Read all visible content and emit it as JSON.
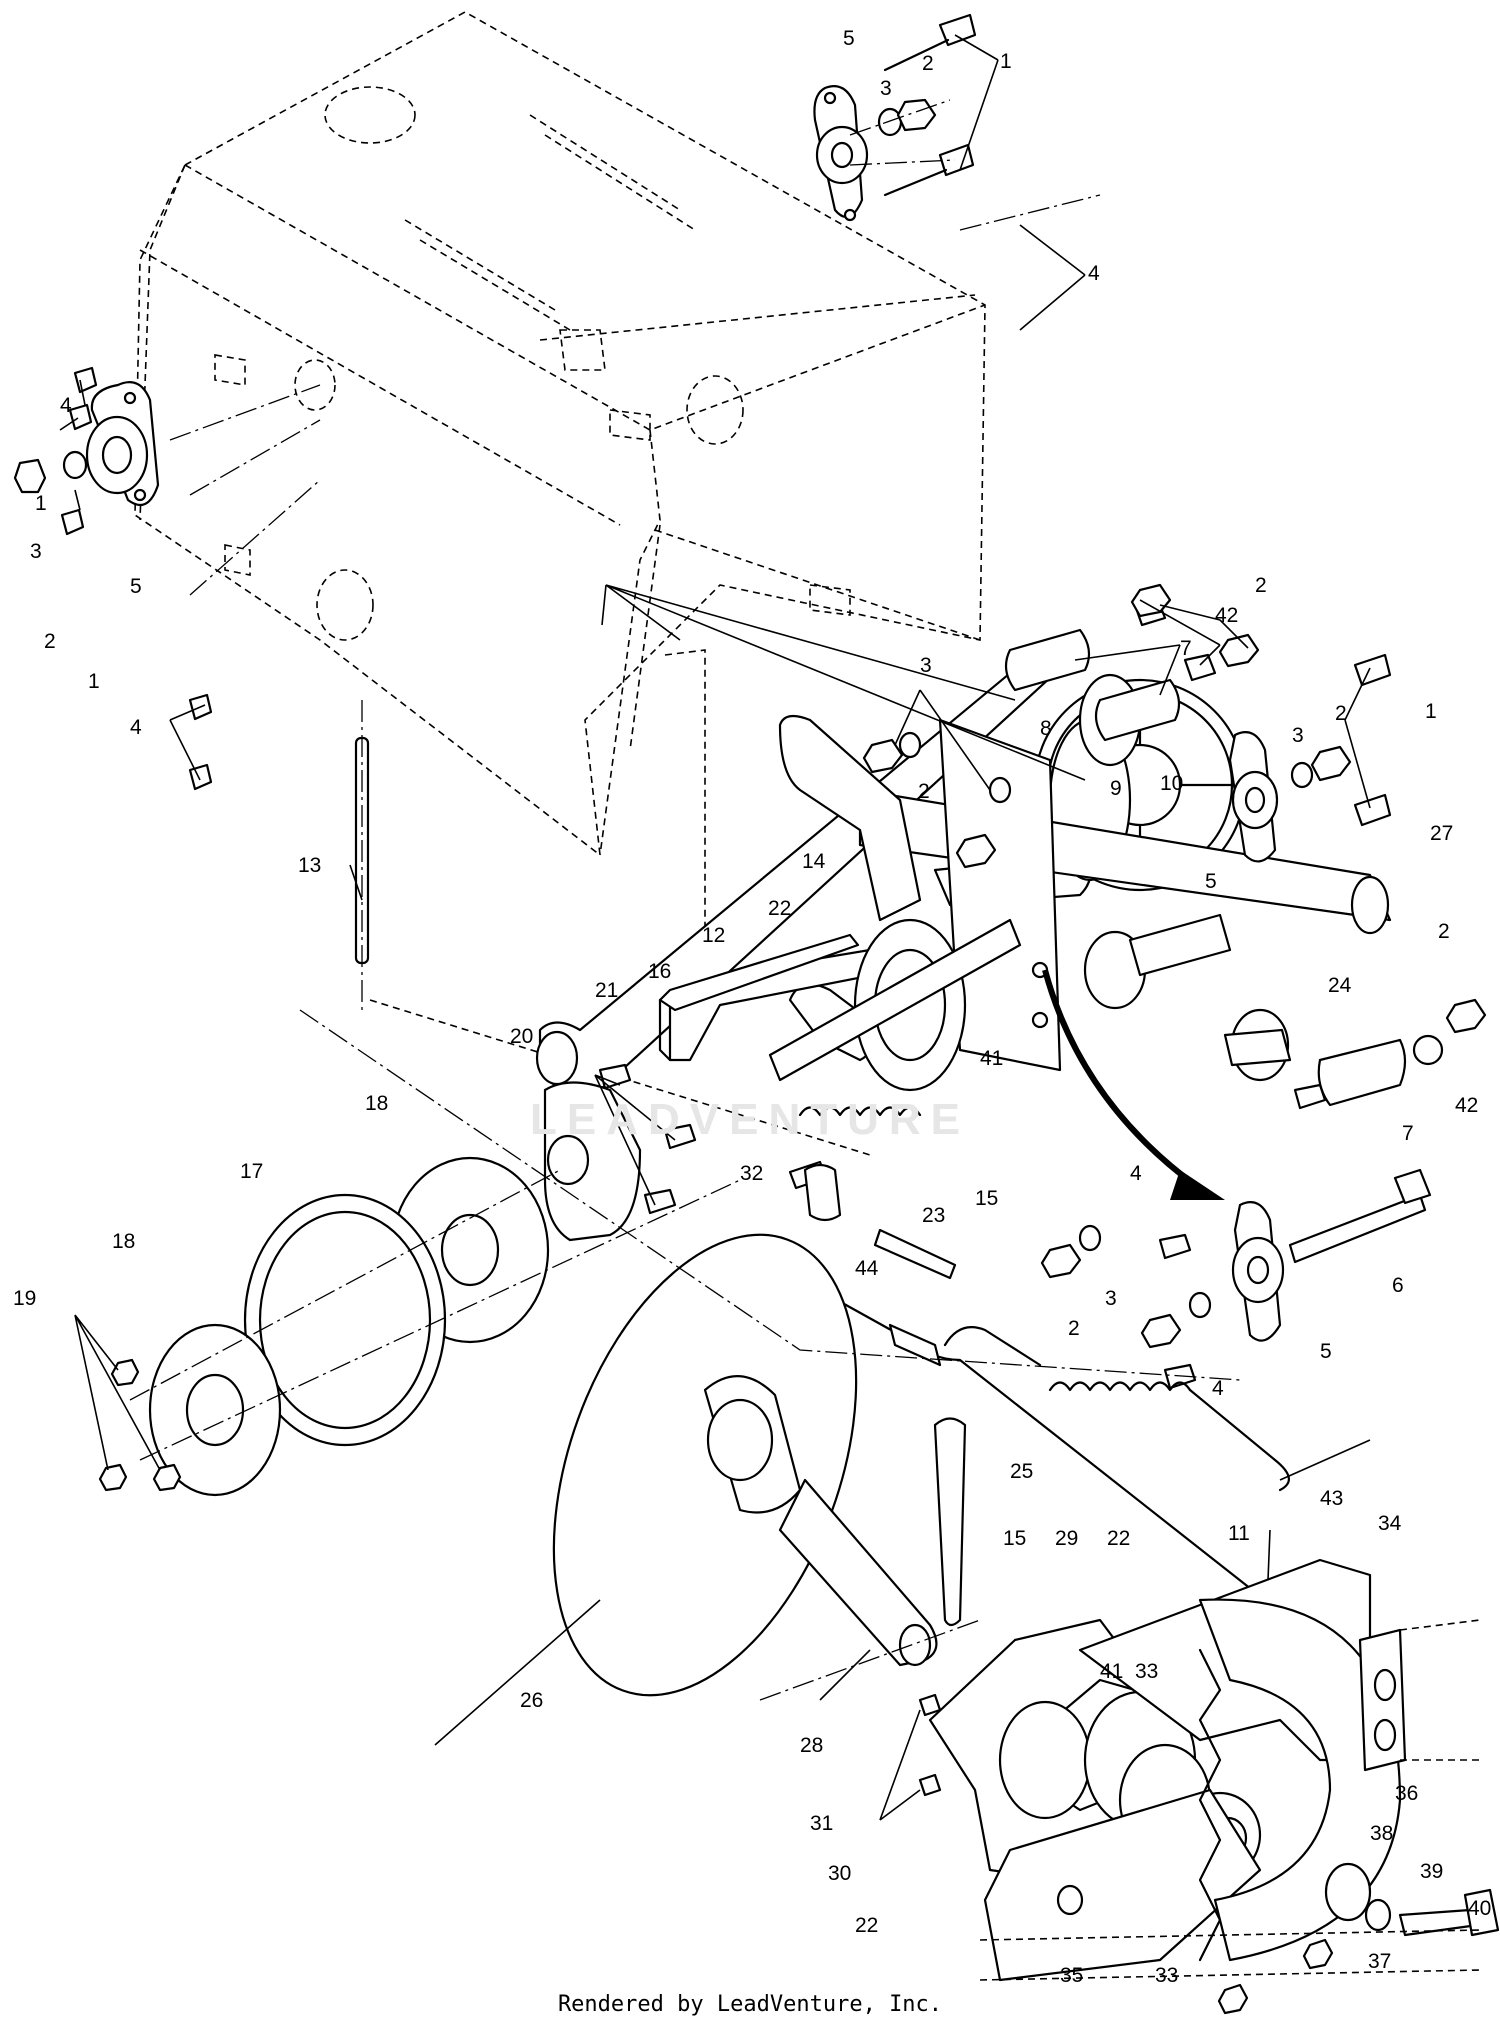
{
  "callouts": {
    "c1a": "1",
    "c2a": "2",
    "c3a": "3",
    "c5a": "5",
    "c4a": "4",
    "c4b": "4",
    "c1b": "1",
    "c3b": "3",
    "c2b": "2",
    "c5b": "5",
    "c1c": "1",
    "c4c": "4",
    "c2c": "2",
    "c42a": "42",
    "c7a": "7",
    "c3c": "3",
    "c8": "8",
    "c2d": "2",
    "c1d": "1",
    "c2e": "2",
    "c3d": "3",
    "c14": "14",
    "c9": "9",
    "c10": "10",
    "c5c": "5",
    "c27": "27",
    "c13": "13",
    "c22a": "22",
    "c12": "12",
    "c16": "16",
    "c21": "21",
    "c20": "20",
    "c41a": "41",
    "c2f": "2",
    "c24": "24",
    "c42b": "42",
    "c7b": "7",
    "c18a": "18",
    "c17": "17",
    "c32": "32",
    "c23": "23",
    "c15a": "15",
    "c4d": "4",
    "c6": "6",
    "c18b": "18",
    "c44": "44",
    "c3e": "3",
    "c2g": "2",
    "c5d": "5",
    "c19": "19",
    "c4e": "4",
    "c25": "25",
    "c43": "43",
    "c11": "11",
    "c15b": "15",
    "c29": "29",
    "c22b": "22",
    "c34": "34",
    "c26": "26",
    "c41b": "41",
    "c33a": "33",
    "c28": "28",
    "c31": "31",
    "c36": "36",
    "c30": "30",
    "c38": "38",
    "c39": "39",
    "c40": "40",
    "c22c": "22",
    "c35": "35",
    "c33b": "33",
    "c37": "37"
  },
  "watermark": "LEADVENTURE",
  "footer": "Rendered by LeadVenture, Inc."
}
